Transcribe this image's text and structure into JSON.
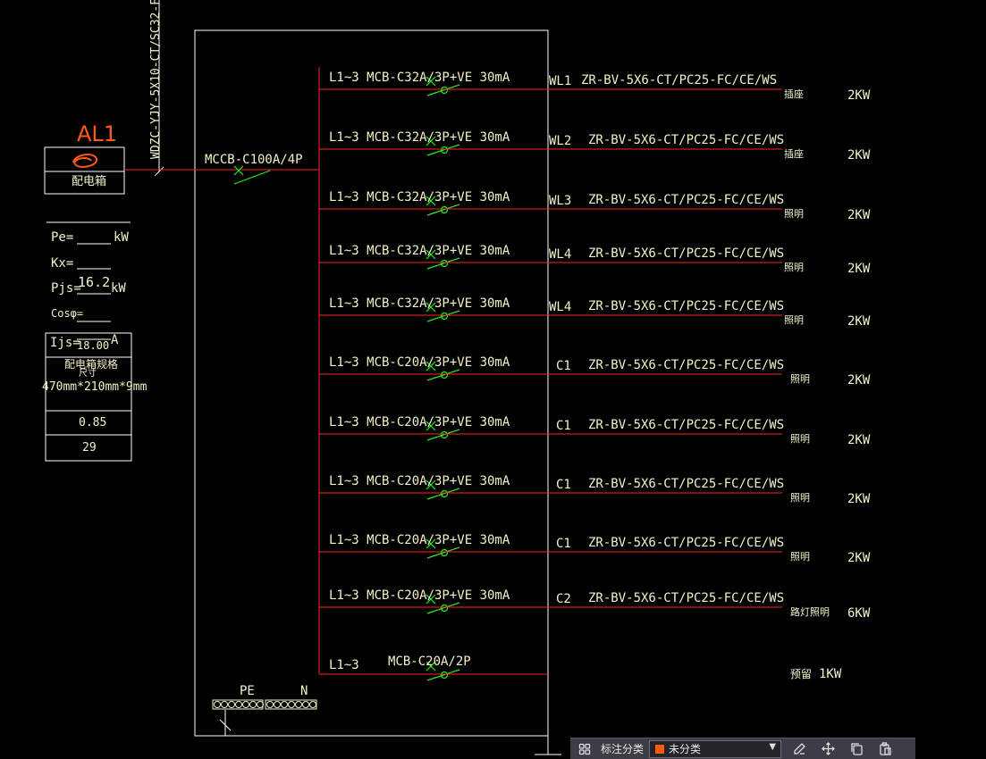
{
  "colors": {
    "background": "#000000",
    "text": "#f2f2c8",
    "frame": "#ffffff",
    "bus": "#ff2222",
    "breaker": "#22ee22",
    "annotation": "#ff5a14"
  },
  "feeder": {
    "cable_label": "WDZC-YJY-5X10-CT/SC32-F"
  },
  "box": {
    "name": "AL1",
    "symbol_label": "配电箱"
  },
  "main_breaker": {
    "label": "MCCB-C100A/4P"
  },
  "calc": {
    "pe": "Pe=",
    "pe_unit": "kW",
    "kx": "Kx=",
    "pjs": "Pjs=",
    "pjs_value": "16.2",
    "pjs_unit": "kW",
    "cos": "Cosφ=",
    "ijs": "Ijs=",
    "ijs_value": "18.00",
    "ijs_unit": "A",
    "table_caption": "配电箱规格",
    "table_caption2": "尺寸",
    "dimensions": "470mm*210mm*9mm",
    "row_cos": "0.85",
    "row_ijs": "29"
  },
  "circuits": [
    {
      "breaker": "L1~3  MCB-C32A/3P+VE 30mA",
      "id": "WL1",
      "cable": "ZR-BV-5X6-CT/PC25-FC/CE/WS",
      "use": "插座",
      "power": "2KW"
    },
    {
      "breaker": "L1~3  MCB-C32A/3P+VE 30mA",
      "id": "WL2",
      "cable": "ZR-BV-5X6-CT/PC25-FC/CE/WS",
      "use": "插座",
      "power": "2KW"
    },
    {
      "breaker": "L1~3  MCB-C32A/3P+VE 30mA",
      "id": "WL3",
      "cable": "ZR-BV-5X6-CT/PC25-FC/CE/WS",
      "use": "照明",
      "power": "2KW"
    },
    {
      "breaker": "L1~3  MCB-C32A/3P+VE 30mA",
      "id": "WL4",
      "cable": "ZR-BV-5X6-CT/PC25-FC/CE/WS",
      "use": "照明",
      "power": "2KW"
    },
    {
      "breaker": "L1~3  MCB-C32A/3P+VE 30mA",
      "id": "WL4",
      "cable": "ZR-BV-5X6-CT/PC25-FC/CE/WS",
      "use": "照明",
      "power": "2KW"
    },
    {
      "breaker": "L1~3  MCB-C20A/3P+VE 30mA",
      "id": "C1",
      "cable": "ZR-BV-5X6-CT/PC25-FC/CE/WS",
      "use": "照明",
      "power": "2KW"
    },
    {
      "breaker": "L1~3  MCB-C20A/3P+VE 30mA",
      "id": "C1",
      "cable": "ZR-BV-5X6-CT/PC25-FC/CE/WS",
      "use": "照明",
      "power": "2KW"
    },
    {
      "breaker": "L1~3  MCB-C20A/3P+VE 30mA",
      "id": "C1",
      "cable": "ZR-BV-5X6-CT/PC25-FC/CE/WS",
      "use": "照明",
      "power": "2KW"
    },
    {
      "breaker": "L1~3  MCB-C20A/3P+VE 30mA",
      "id": "C1",
      "cable": "ZR-BV-5X6-CT/PC25-FC/CE/WS",
      "use": "照明",
      "power": "2KW"
    },
    {
      "breaker": "L1~3  MCB-C20A/3P+VE 30mA",
      "id": "C2",
      "cable": "ZR-BV-5X6-CT/PC25-FC/CE/WS",
      "use": "路灯照明",
      "power": "6KW"
    }
  ],
  "spare": {
    "phase": "L1~3",
    "breaker": "MCB-C20A/2P",
    "use": "预留",
    "power": "1KW"
  },
  "terminals": {
    "pe": "PE",
    "n": "N"
  },
  "toolbar": {
    "label": "标注分类",
    "select_value": "未分类",
    "icons": [
      "grid-icon",
      "edit-icon",
      "move-icon",
      "copy-icon",
      "paste-icon"
    ]
  }
}
